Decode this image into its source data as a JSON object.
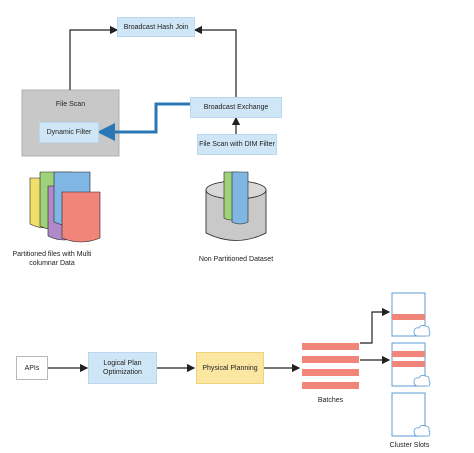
{
  "top": {
    "broadcast_hash_join": "Broadcast Hash Join",
    "file_scan": "File Scan",
    "dynamic_filter": "Dynamic Filter",
    "broadcast_exchange": "Broadcast Exchange",
    "file_scan_dim": "File Scan with DIM Filter",
    "partitioned_caption": "Partitioned files with Multi columnar Data",
    "non_partitioned_caption": "Non Partitioned Dataset"
  },
  "bottom": {
    "apis": "APIs",
    "logical_plan": "Logical Plan Optimization",
    "physical_planning": "Physical Planning",
    "batches": "Batches",
    "cluster_slots": "Cluster Slots"
  },
  "colors": {
    "box_blue": "#cfe6f6",
    "box_gray": "#c8c8c8",
    "box_yellow": "#fbe7a1",
    "dynamic_arrow": "#2a77b5",
    "batch_bar": "#f2857a",
    "file_yellow": "#f1df6b",
    "file_green": "#9fd27a",
    "file_purple": "#b08ac6",
    "file_blue": "#7fb6e3",
    "file_red": "#f2857a"
  }
}
